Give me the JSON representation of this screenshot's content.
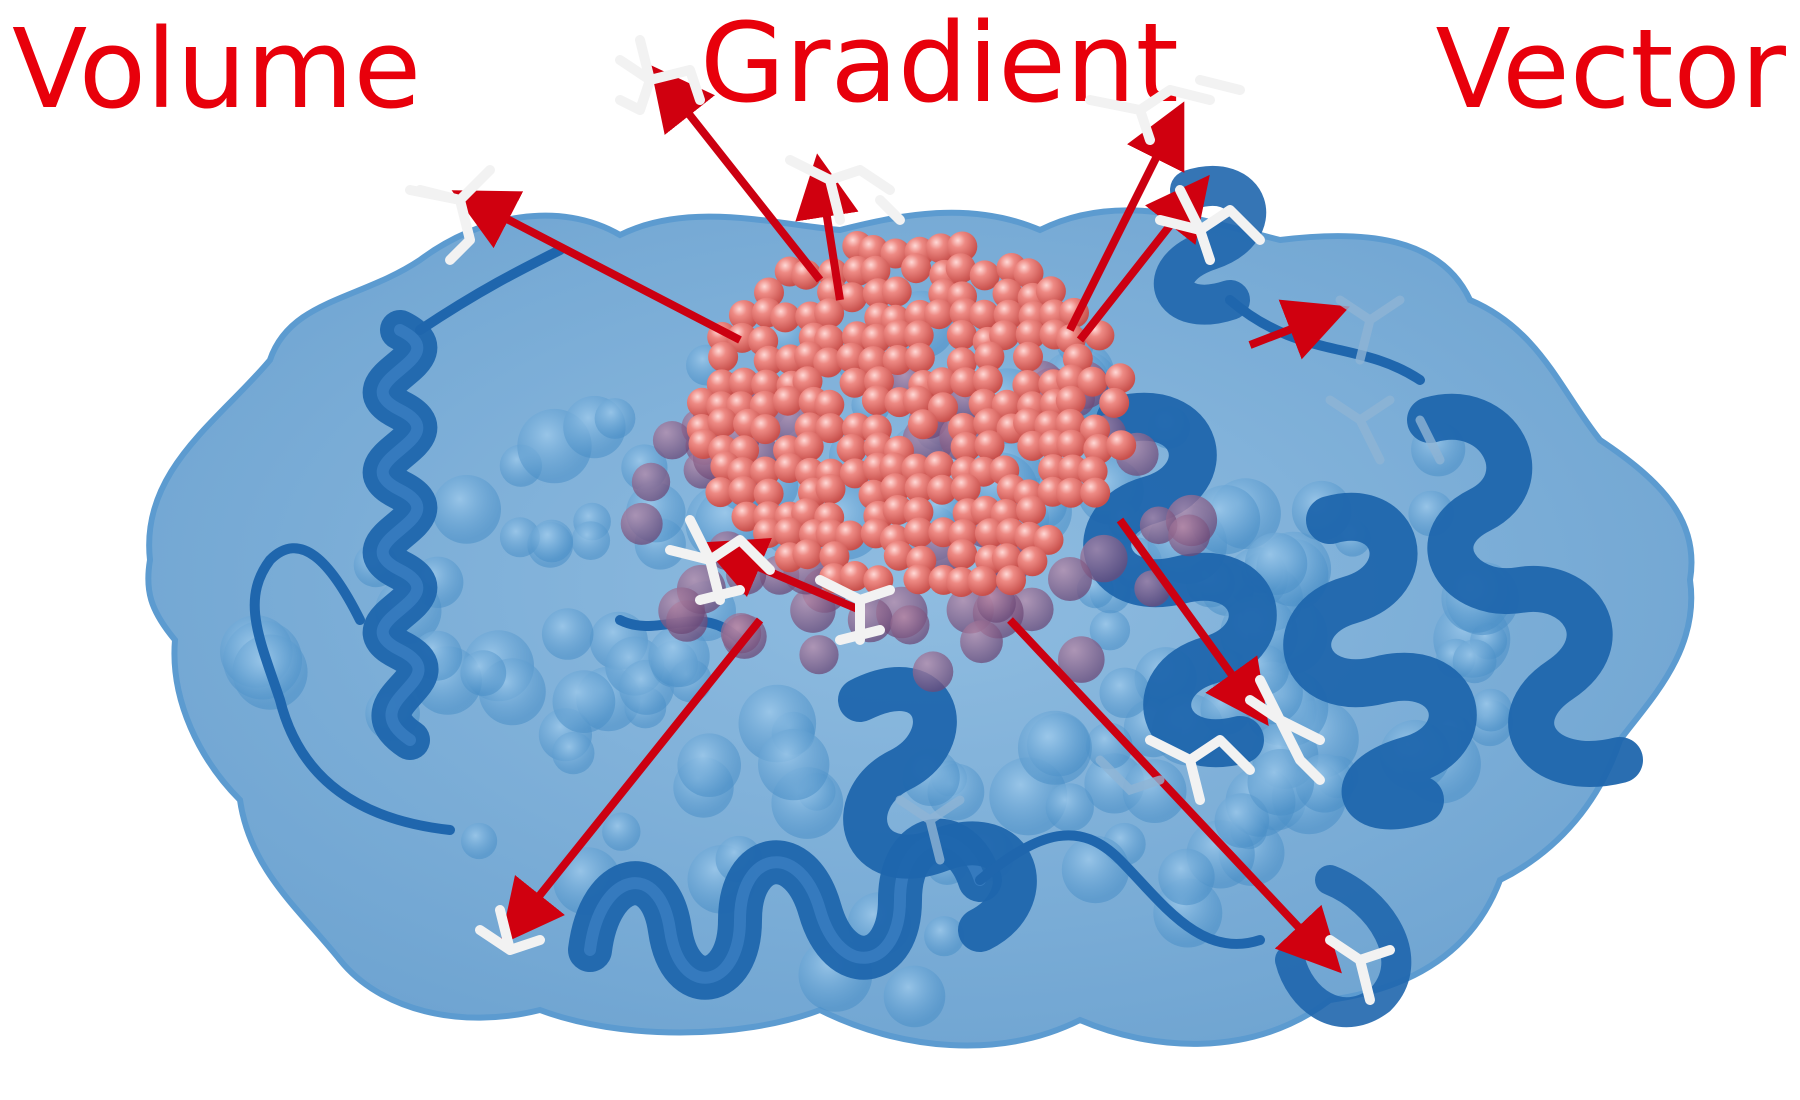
{
  "title_words": {
    "left": "Volume",
    "center": "Gradient",
    "right": "Vector"
  },
  "colors": {
    "title": "#e8000b",
    "surface": "#4a8fc7",
    "ribbon": "#1f66ad",
    "cavity": "#e06a66",
    "arrow": "#cc0011",
    "sticks": "#f2f2f2"
  },
  "scene": {
    "subject": "protein surface with cartoon helices, a central red cavity blob and red gradient arrows pointing outward to white stick residues"
  }
}
